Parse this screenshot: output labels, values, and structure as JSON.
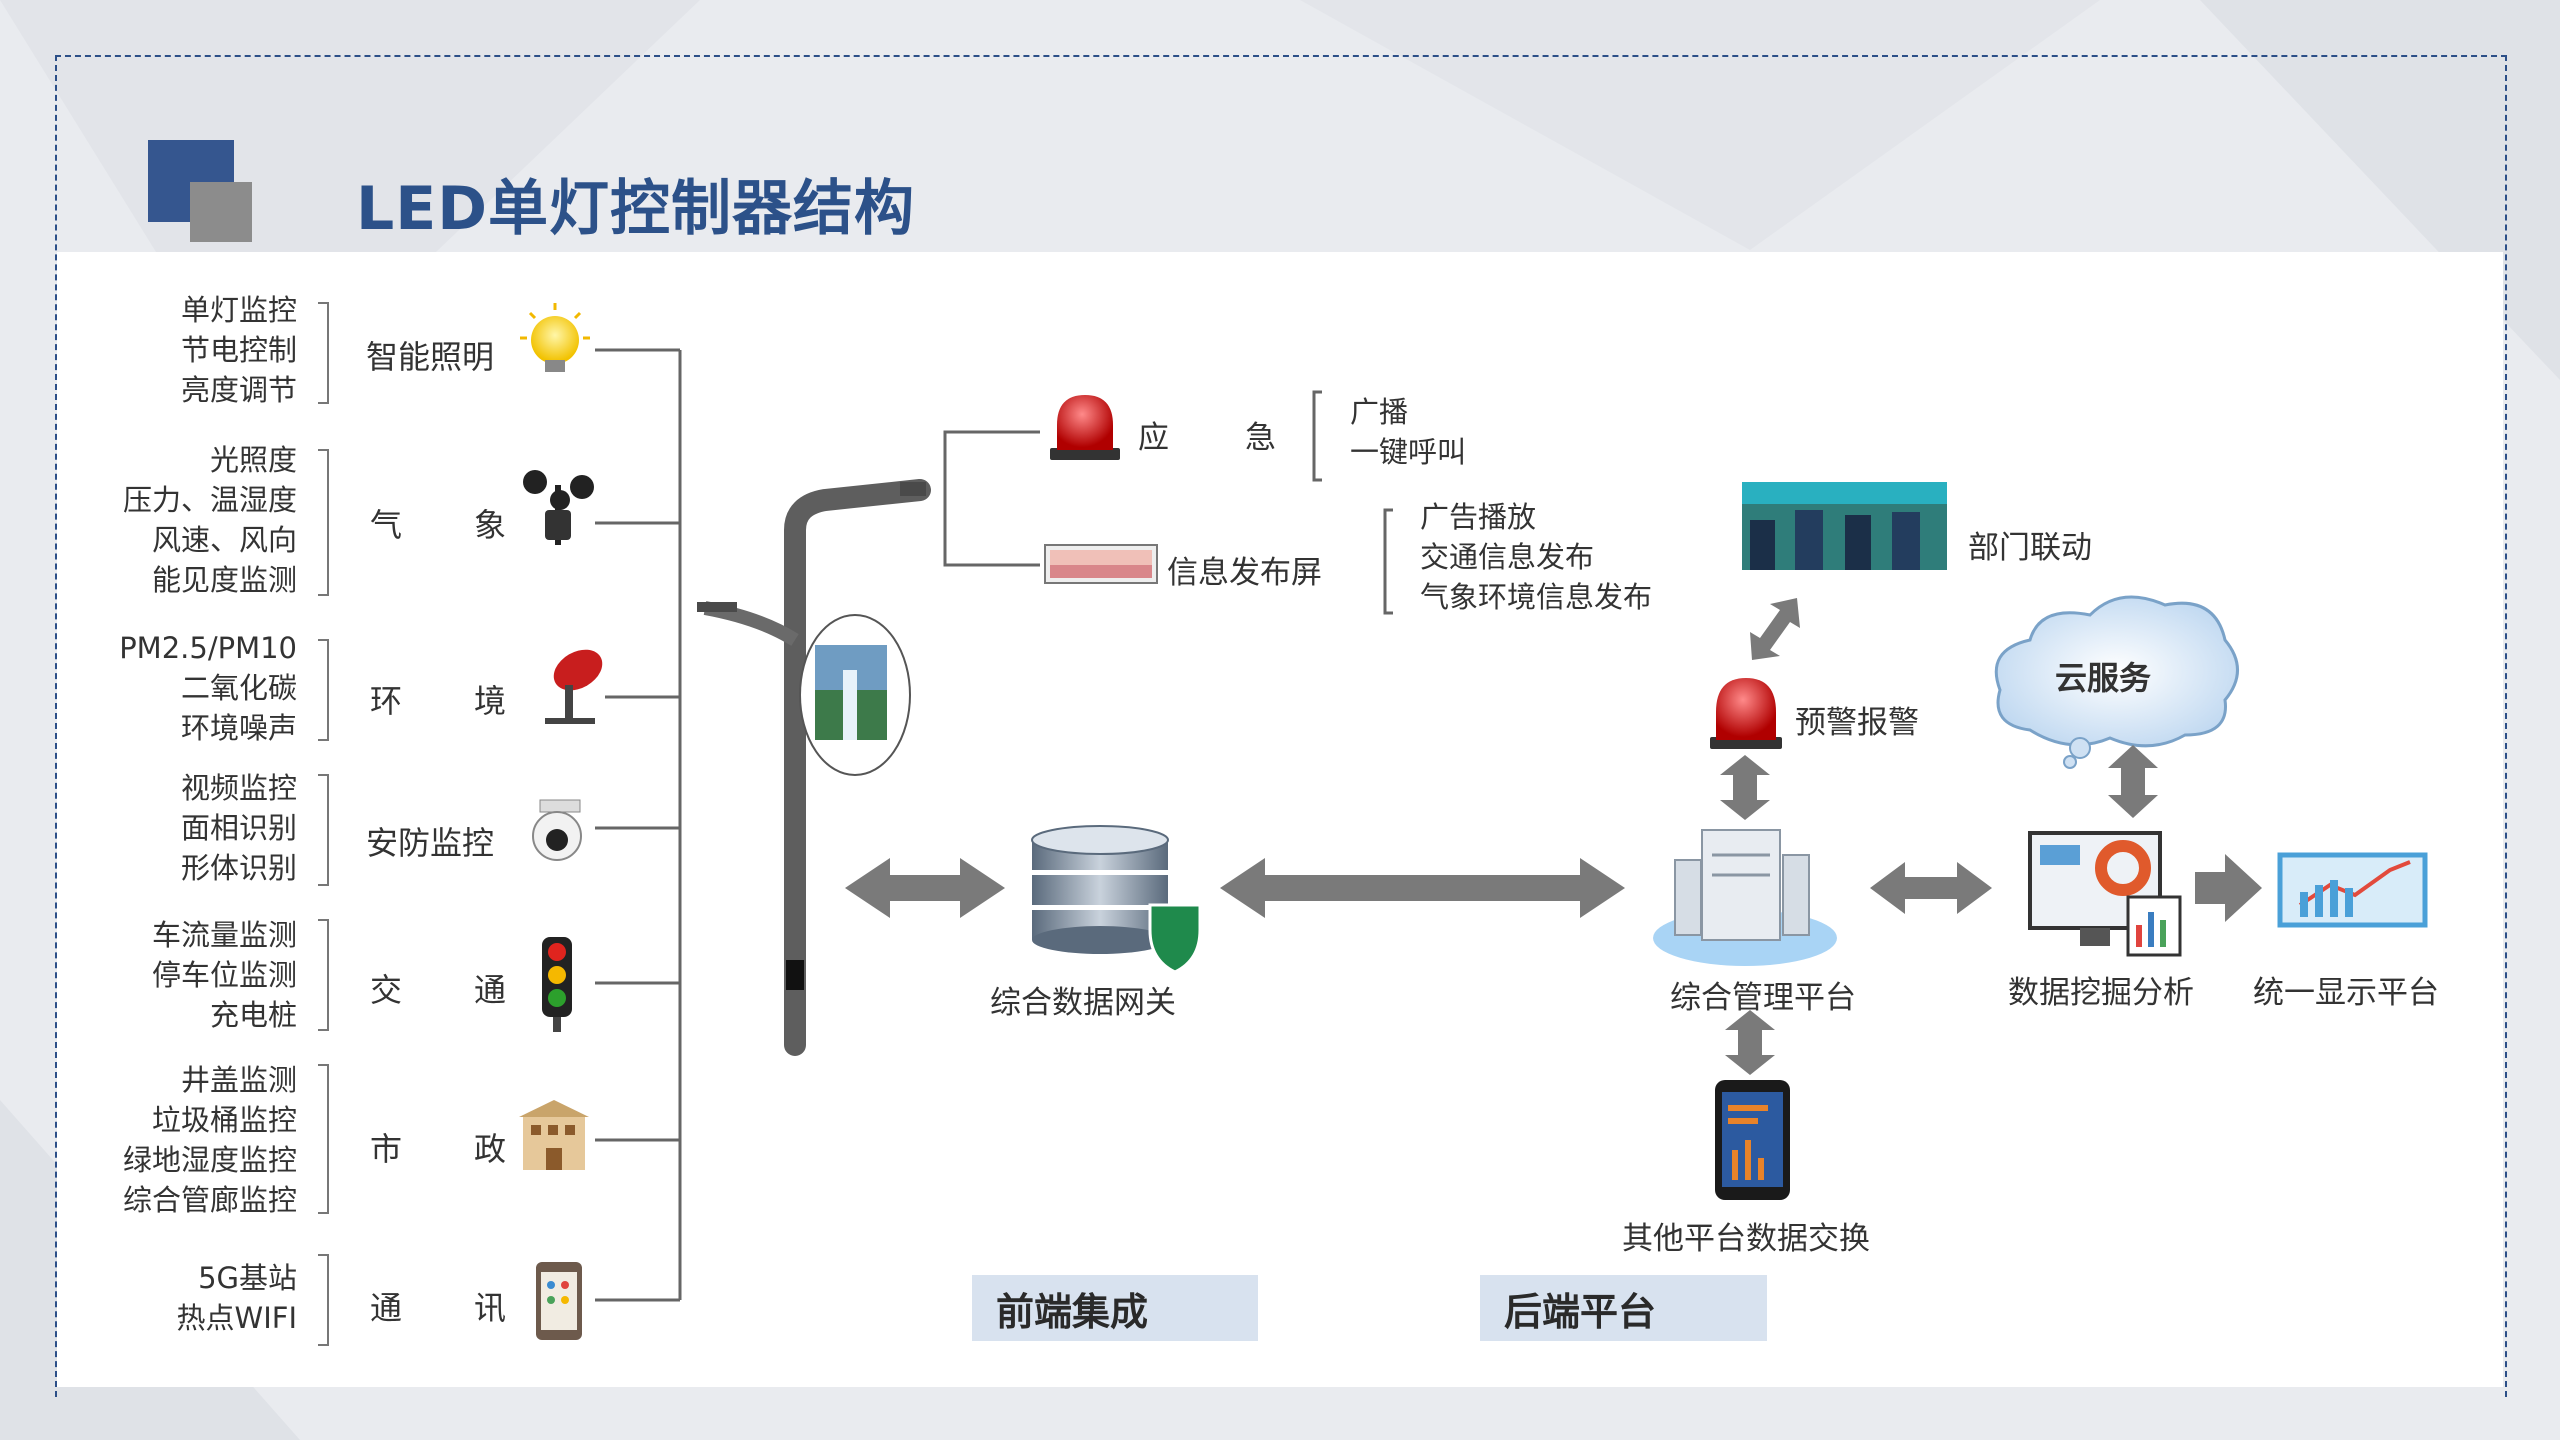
{
  "title": "LED单灯控制器结构",
  "categories": [
    {
      "name": "智能照明",
      "split": false,
      "icon": "lightbulb-icon",
      "caps": [
        "单灯监控",
        "节电控制",
        "亮度调节"
      ]
    },
    {
      "name_left": "气",
      "name_right": "象",
      "split": true,
      "icon": "anemometer-icon",
      "caps": [
        "光照度",
        "压力、温湿度",
        "风速、风向",
        "能见度监测"
      ]
    },
    {
      "name_left": "环",
      "name_right": "境",
      "split": true,
      "icon": "radar-dish-icon",
      "caps": [
        "PM2.5/PM10",
        "二氧化碳",
        "环境噪声"
      ]
    },
    {
      "name": "安防监控",
      "split": false,
      "icon": "dome-camera-icon",
      "caps": [
        "视频监控",
        "面相识别",
        "形体识别"
      ]
    },
    {
      "name_left": "交",
      "name_right": "通",
      "split": true,
      "icon": "traffic-light-icon",
      "caps": [
        "车流量监测",
        "停车位监测",
        "充电桩"
      ]
    },
    {
      "name_left": "市",
      "name_right": "政",
      "split": true,
      "icon": "building-icon",
      "caps": [
        "井盖监测",
        "垃圾桶监控",
        "绿地湿度监控",
        "综合管廊监控"
      ]
    },
    {
      "name_left": "通",
      "name_right": "讯",
      "split": true,
      "icon": "smartphone-icon",
      "caps": [
        "5G基站",
        "热点WIFI"
      ]
    }
  ],
  "emergency": {
    "left": "应",
    "right": "急",
    "items": [
      "广播",
      "一键呼叫"
    ]
  },
  "info_screen": {
    "label": "信息发布屏",
    "items": [
      "广告播放",
      "交通信息发布",
      "气象环境信息发布"
    ]
  },
  "nodes": {
    "gateway": "综合数据网关",
    "platform": "综合管理平台",
    "dept": "部门联动",
    "alarm": "预警报警",
    "cloud": "云服务",
    "mining": "数据挖掘分析",
    "display": "统一显示平台",
    "exchange": "其他平台数据交换"
  },
  "blocks": {
    "front": "前端集成",
    "back": "后端平台"
  },
  "colors": {
    "title": "#2c5189",
    "accent_dark": "#35568f",
    "arrow": "#7a7a7a",
    "block_bg": "#d8e2ef"
  }
}
